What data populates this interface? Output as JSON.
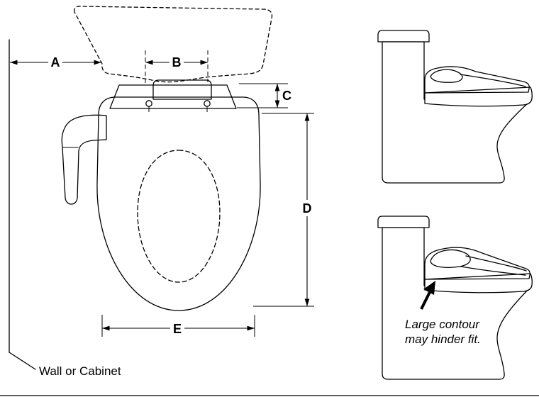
{
  "labels": {
    "dim_a": "A",
    "dim_b": "B",
    "dim_c": "C",
    "dim_d": "D",
    "dim_e": "E",
    "wall": "Wall or Cabinet"
  },
  "annotation": {
    "line1": "Large contour",
    "line2": "may hinder fit."
  },
  "colors": {
    "seat_fill": "#E7E6F6",
    "outline": "#000000"
  }
}
